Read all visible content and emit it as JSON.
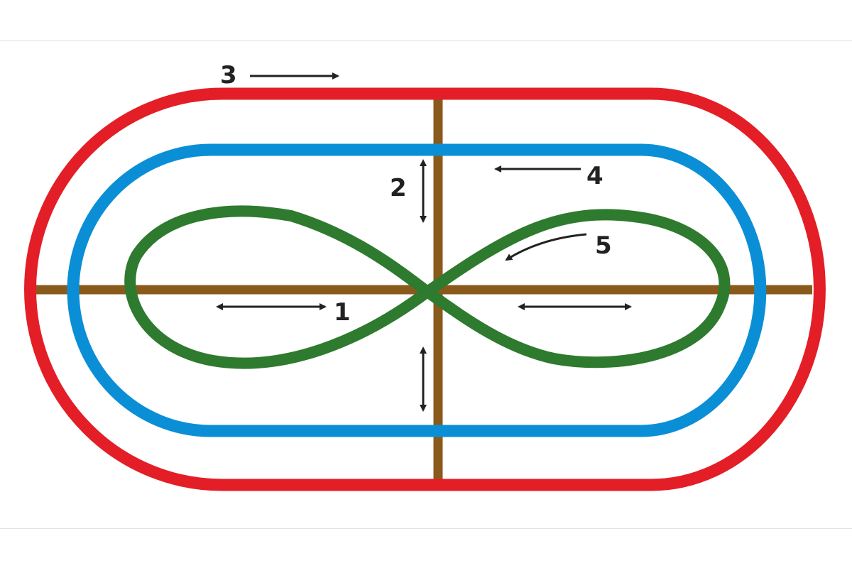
{
  "colors": {
    "outer_track": "#e31e26",
    "middle_track": "#0a8fd6",
    "figure_eight": "#2e7a2e",
    "cross_lines": "#8a5a1c",
    "arrows": "#222222",
    "background": "#ffffff"
  },
  "labels": {
    "label_1": "1",
    "label_2": "2",
    "label_3": "3",
    "label_4": "4",
    "label_5": "5"
  }
}
